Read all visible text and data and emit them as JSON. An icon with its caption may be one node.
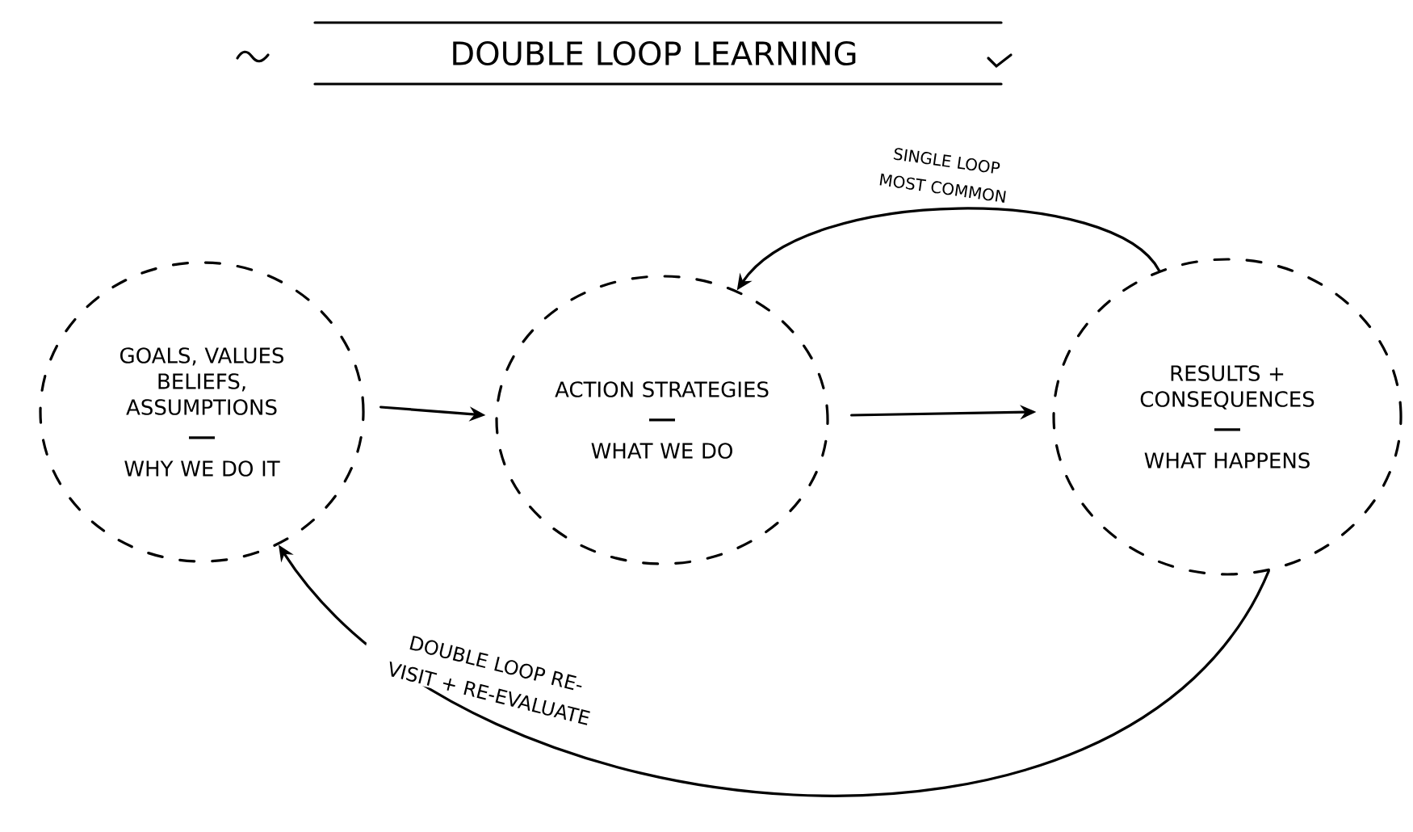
{
  "diagram": {
    "title": "DOUBLE LOOP LEARNING",
    "nodes": [
      {
        "text": [
          "GOALS, VALUES BELIEFS, ASSUMPTIONS",
          "WHY WE DO IT"
        ]
      },
      {
        "text": [
          "ACTION STRATEGIES",
          "WHAT WE DO"
        ]
      },
      {
        "text": [
          "RESULTS + CONSEQUENCES",
          "WHAT HAPPENS"
        ]
      }
    ],
    "edges": [
      {
        "from": 0,
        "to": 1,
        "arrow": "to"
      },
      {
        "from": 1,
        "to": 2,
        "arrow": "to"
      },
      {
        "from": 2,
        "to": 1,
        "arrow": "to",
        "label": "SINGLE LOOP MOST COMMON"
      },
      {
        "from": 2,
        "to": 0,
        "arrow": "to",
        "label": "DOUBLE LOOP RE-VISIT + RE-EVALUATE"
      }
    ]
  }
}
